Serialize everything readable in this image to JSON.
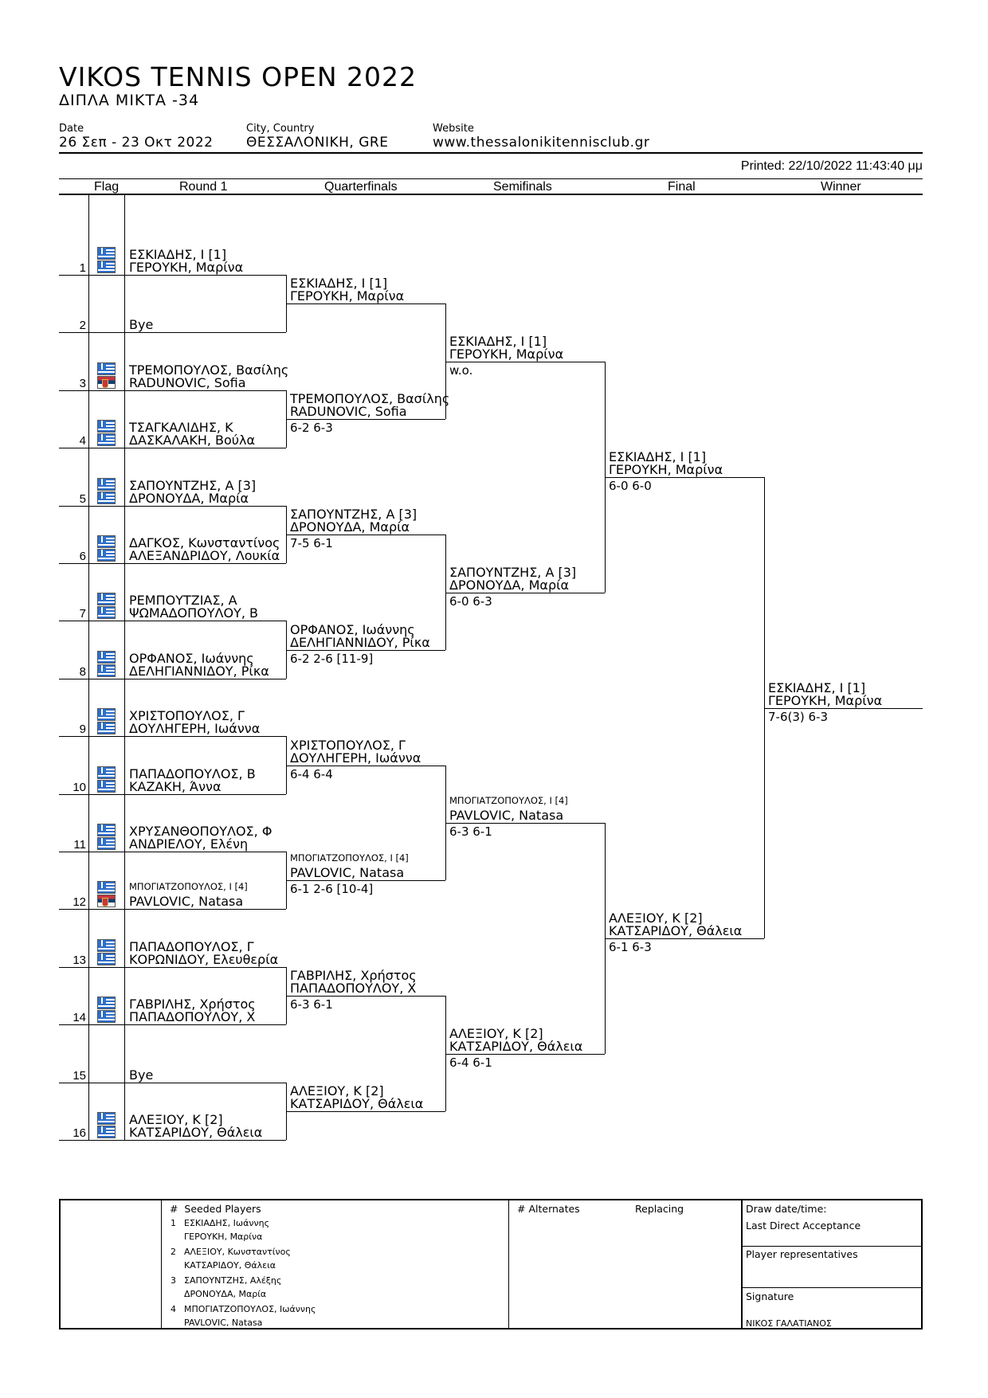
{
  "header": {
    "title": "VIKOS TENNIS OPEN 2022",
    "subtitle": "ΔΙΠΛΑ ΜΙΚΤΑ -34",
    "date_label": "Date",
    "date_value": "26 Σεπ - 23 Οκτ 2022",
    "city_label": "City, Country",
    "city_value": "ΘΕΣΣΑΛΟΝΙΚΗ, GRE",
    "website_label": "Website",
    "website_value": "www.thessalonikitennisclub.gr",
    "printed": "Printed: 22/10/2022 11:43:40 μμ"
  },
  "columns": {
    "flag": "Flag",
    "round1": "Round 1",
    "qf": "Quarterfinals",
    "sf": "Semifinals",
    "final": "Final",
    "winner": "Winner"
  },
  "round1": [
    {
      "num": "1",
      "p1": "ΕΣΚΙΑΔΗΣ, Ι [1]",
      "p2": "ΓΕΡΟΥΚΗ, Μαρίνα",
      "f1": "gre",
      "f2": "gre"
    },
    {
      "num": "2",
      "p1": "",
      "p2": "Bye",
      "f1": "",
      "f2": ""
    },
    {
      "num": "3",
      "p1": "ΤΡΕΜΟΠΟΥΛΟΣ, Βασίλης",
      "p2": "RADUNOVIC, Sofia",
      "f1": "gre",
      "f2": "srb"
    },
    {
      "num": "4",
      "p1": "ΤΣΑΓΚΑΛΙΔΗΣ, Κ",
      "p2": "ΔΑΣΚΑΛΑΚΗ, Βούλα",
      "f1": "gre",
      "f2": "gre"
    },
    {
      "num": "5",
      "p1": "ΣΑΠΟΥΝΤΖΗΣ, Α [3]",
      "p2": "ΔΡΟΝΟΥΔΑ, Μαρία",
      "f1": "gre",
      "f2": "gre"
    },
    {
      "num": "6",
      "p1": "ΔΑΓΚΟΣ, Κωνσταντίνος",
      "p2": "ΑΛΕΞΑΝΔΡΙΔΟΥ, Λουκία",
      "f1": "gre",
      "f2": "gre"
    },
    {
      "num": "7",
      "p1": "ΡΕΜΠΟΥΤΖΙΑΣ, Α",
      "p2": "ΨΩΜΑΔΟΠΟΥΛΟΥ, Β",
      "f1": "gre",
      "f2": "gre"
    },
    {
      "num": "8",
      "p1": "ΟΡΦΑΝΟΣ, Ιωάννης",
      "p2": "ΔΕΛΗΓΙΑΝΝΙΔΟΥ, Ρίκα",
      "f1": "gre",
      "f2": "gre"
    },
    {
      "num": "9",
      "p1": "ΧΡΙΣΤΟΠΟΥΛΟΣ, Γ",
      "p2": "ΔΟΥΛΗΓΕΡΗ, Ιωάννα",
      "f1": "gre",
      "f2": "gre"
    },
    {
      "num": "10",
      "p1": "ΠΑΠΑΔΟΠΟΥΛΟΣ, Β",
      "p2": "ΚΑΖΑΚΗ, Άννα",
      "f1": "gre",
      "f2": "gre"
    },
    {
      "num": "11",
      "p1": "ΧΡΥΣΑΝΘΟΠΟΥΛΟΣ, Φ",
      "p2": "ΑΝΔΡΙΕΛΟΥ, Ελένη",
      "f1": "gre",
      "f2": "gre"
    },
    {
      "num": "12",
      "p1": "ΜΠΟΓΙΑΤΖΟΠΟΥΛΟΣ, Ι [4]",
      "p2": "PAVLOVIC, Natasa",
      "f1": "gre",
      "f2": "srb"
    },
    {
      "num": "13",
      "p1": "ΠΑΠΑΔΟΠΟΥΛΟΣ, Γ",
      "p2": "ΚΟΡΩΝΙΔΟΥ, Ελευθερία",
      "f1": "gre",
      "f2": "gre"
    },
    {
      "num": "14",
      "p1": "ΓΑΒΡΙΛΗΣ, Χρήστος",
      "p2": "ΠΑΠΑΔΟΠΟΥΛΟΥ, Χ",
      "f1": "gre",
      "f2": "gre"
    },
    {
      "num": "15",
      "p1": "",
      "p2": "Bye",
      "f1": "",
      "f2": ""
    },
    {
      "num": "16",
      "p1": "ΑΛΕΞΙΟΥ, Κ [2]",
      "p2": "ΚΑΤΣΑΡΙΔΟΥ, Θάλεια",
      "f1": "gre",
      "f2": "gre"
    }
  ],
  "qf": [
    {
      "p1": "ΕΣΚΙΑΔΗΣ, Ι [1]",
      "p2": "ΓΕΡΟΥΚΗ, Μαρίνα",
      "score": ""
    },
    {
      "p1": "ΤΡΕΜΟΠΟΥΛΟΣ, Βασίλης",
      "p2": "RADUNOVIC, Sofia",
      "score": "6-2 6-3"
    },
    {
      "p1": "ΣΑΠΟΥΝΤΖΗΣ, Α [3]",
      "p2": "ΔΡΟΝΟΥΔΑ, Μαρία",
      "score": "7-5 6-1"
    },
    {
      "p1": "ΟΡΦΑΝΟΣ, Ιωάννης",
      "p2": "ΔΕΛΗΓΙΑΝΝΙΔΟΥ, Ρίκα",
      "score": "6-2 2-6 [11-9]"
    },
    {
      "p1": "ΧΡΙΣΤΟΠΟΥΛΟΣ, Γ",
      "p2": "ΔΟΥΛΗΓΕΡΗ, Ιωάννα",
      "score": "6-4 6-4"
    },
    {
      "p1": "ΜΠΟΓΙΑΤΖΟΠΟΥΛΟΣ, Ι [4]",
      "p2": "PAVLOVIC, Natasa",
      "score": "6-1 2-6 [10-4]"
    },
    {
      "p1": "ΓΑΒΡΙΛΗΣ, Χρήστος",
      "p2": "ΠΑΠΑΔΟΠΟΥΛΟΥ, Χ",
      "score": "6-3 6-1"
    },
    {
      "p1": "ΑΛΕΞΙΟΥ, Κ [2]",
      "p2": "ΚΑΤΣΑΡΙΔΟΥ, Θάλεια",
      "score": ""
    }
  ],
  "sf": [
    {
      "p1": "ΕΣΚΙΑΔΗΣ, Ι [1]",
      "p2": "ΓΕΡΟΥΚΗ, Μαρίνα",
      "score": "w.o."
    },
    {
      "p1": "ΣΑΠΟΥΝΤΖΗΣ, Α [3]",
      "p2": "ΔΡΟΝΟΥΔΑ, Μαρία",
      "score": "6-0 6-3"
    },
    {
      "p1": "ΜΠΟΓΙΑΤΖΟΠΟΥΛΟΣ, Ι [4]",
      "p2": "PAVLOVIC, Natasa",
      "score": "6-3 6-1"
    },
    {
      "p1": "ΑΛΕΞΙΟΥ, Κ [2]",
      "p2": "ΚΑΤΣΑΡΙΔΟΥ, Θάλεια",
      "score": "6-4 6-1"
    }
  ],
  "final": [
    {
      "p1": "ΕΣΚΙΑΔΗΣ, Ι [1]",
      "p2": "ΓΕΡΟΥΚΗ, Μαρίνα",
      "score": "6-0 6-0"
    },
    {
      "p1": "ΑΛΕΞΙΟΥ, Κ [2]",
      "p2": "ΚΑΤΣΑΡΙΔΟΥ, Θάλεια",
      "score": "6-1 6-3"
    }
  ],
  "winner": {
    "p1": "ΕΣΚΙΑΔΗΣ, Ι [1]",
    "p2": "ΓΕΡΟΥΚΗ, Μαρίνα",
    "score": "7-6(3) 6-3"
  },
  "footer": {
    "seeded_label": "#  Seeded Players",
    "seeds": [
      {
        "n": "1",
        "a": "ΕΣΚΙΑΔΗΣ, Ιωάννης",
        "b": "ΓΕΡΟΥΚΗ, Μαρίνα"
      },
      {
        "n": "2",
        "a": "ΑΛΕΞΙΟΥ, Κωνσταντίνος",
        "b": "ΚΑΤΣΑΡΙΔΟΥ, Θάλεια"
      },
      {
        "n": "3",
        "a": "ΣΑΠΟΥΝΤΖΗΣ, Αλέξης",
        "b": "ΔΡΟΝΟΥΔΑ, Μαρία"
      },
      {
        "n": "4",
        "a": "ΜΠΟΓΙΑΤΖΟΠΟΥΛΟΣ, Ιωάννης",
        "b": "PAVLOVIC, Natasa"
      }
    ],
    "alternates_label": "# Alternates",
    "replacing_label": "Replacing",
    "draw_date_label": "Draw date/time:",
    "lda_label": "Last Direct Acceptance",
    "player_reps_label": "Player representatives",
    "signature_label": "Signature",
    "signature_name": "ΝΙΚΟΣ ΓΑΛΑΤΙΑΝΟΣ"
  }
}
